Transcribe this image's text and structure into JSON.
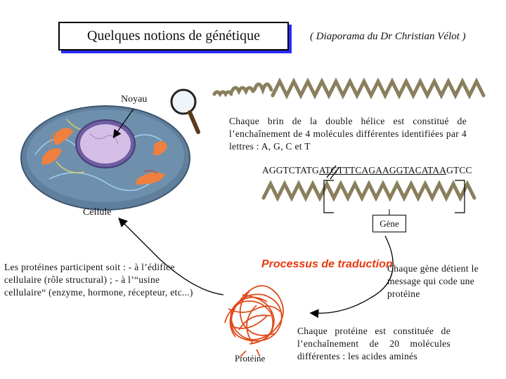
{
  "title": "Quelques notions de génétique",
  "credit": "( Diaporama du Dr Christian Vélot )",
  "labels": {
    "noyau": "Noyau",
    "cellule": "Cellule",
    "gene": "Gène",
    "proteine": "Protéine"
  },
  "helix_text": "Chaque brin de la double hélice est constitué de l’enchaînement de 4 molécules différentes identifiées par 4 lettres : A, G, C et T",
  "sequence": {
    "before": "AGGTCTATG",
    "gene1": "ATGTTTCAGAAGGTACATAA",
    "after": "GTCC"
  },
  "process_label": "Processus de traduction",
  "gene_text": "Chaque gène détient le message qui code une protéine",
  "proteins_roles": "Les protéines participent soit : - à l’édifice cellulaire (rôle structural) ; - à l’“usine cellulaire“ (enzyme, hormone, récepteur, etc...)",
  "protein_text": "Chaque protéine est constituée de l’enchaînement de 20 molécules différentes : les acides aminés",
  "colors": {
    "shadow": "#2c2cff",
    "process": "#e8390e",
    "helix": "#8a7f5d",
    "cell": "#5f7f9c",
    "protein": "#e04a1a"
  }
}
